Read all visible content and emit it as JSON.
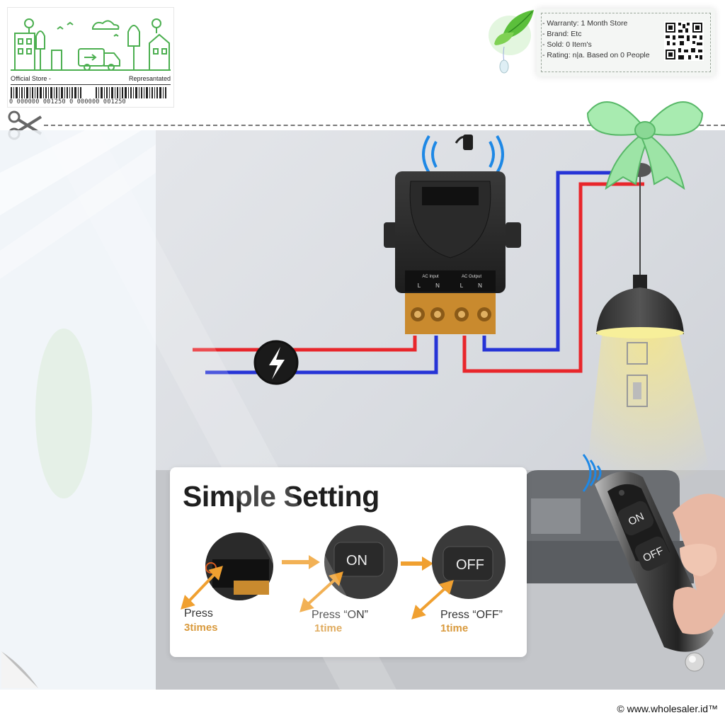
{
  "store_badge": {
    "left_label": "Official Store -",
    "right_label": "Represantated",
    "barcode_number": "0 000000 001250 0   000000 001250"
  },
  "info_card": {
    "items": [
      "- Warranty: 1 Month Store",
      "- Brand: Etc",
      "- Sold: 0 Item's",
      "- Rating: n|a. Based on 0 People"
    ]
  },
  "product": {
    "terminal_left_title": "AC Input",
    "terminal_right_title": "AC Output",
    "terminal_pins": [
      "L",
      "N",
      "L",
      "N"
    ]
  },
  "setting": {
    "title": "Simple Setting",
    "steps": [
      {
        "label": "Press",
        "sub": "3times"
      },
      {
        "label": "Press “ON”",
        "sub": "1time",
        "button": "ON"
      },
      {
        "label": "Press “OFF”",
        "sub": "1time",
        "button": "OFF"
      }
    ]
  },
  "remote": {
    "on_label": "ON",
    "off_label": "OFF"
  },
  "colors": {
    "live_wire": "#e8262b",
    "neutral_wire": "#2634d6",
    "accent_green": "#4caf50",
    "arrow_orange": "#f0a030"
  },
  "footer": {
    "copyright": "© www.wholesaler.id™"
  }
}
